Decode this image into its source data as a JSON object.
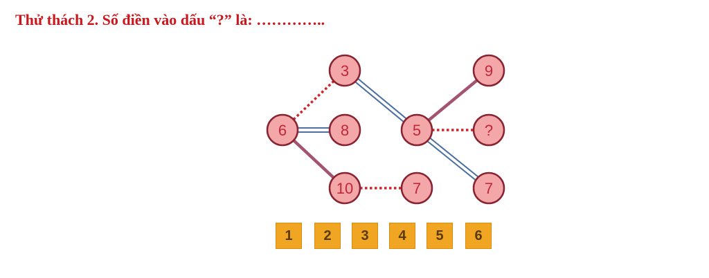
{
  "title": "Thử thách 2. Số điền vào dấu “?” là: …………..",
  "colors": {
    "title": "#c8181e",
    "node_fill": "#f4a7a8",
    "node_border": "#8a2331",
    "node_text": "#c0283a",
    "solid_link": "#a25470",
    "dotted_link": "#d0232a",
    "double_link": "#4a6fa0",
    "answer_box": "#f0a623"
  },
  "nodes": [
    {
      "id": "n3",
      "label": "3"
    },
    {
      "id": "n9",
      "label": "9"
    },
    {
      "id": "n6",
      "label": "6"
    },
    {
      "id": "n8",
      "label": "8"
    },
    {
      "id": "n5",
      "label": "5"
    },
    {
      "id": "nq",
      "label": "?"
    },
    {
      "id": "n10",
      "label": "10"
    },
    {
      "id": "n7a",
      "label": "7"
    },
    {
      "id": "n7b",
      "label": "7"
    }
  ],
  "links": [
    {
      "from": "n6",
      "to": "n3",
      "style": "dotted"
    },
    {
      "from": "n6",
      "to": "n8",
      "style": "double"
    },
    {
      "from": "n6",
      "to": "n10",
      "style": "solid"
    },
    {
      "from": "n3",
      "to": "n5",
      "style": "double"
    },
    {
      "from": "n5",
      "to": "n9",
      "style": "solid"
    },
    {
      "from": "n5",
      "to": "nq",
      "style": "dotted"
    },
    {
      "from": "n5",
      "to": "n7b",
      "style": "double"
    },
    {
      "from": "n10",
      "to": "n7a",
      "style": "dotted"
    }
  ],
  "answer_options": [
    "1",
    "2",
    "3",
    "4",
    "5",
    "6"
  ]
}
